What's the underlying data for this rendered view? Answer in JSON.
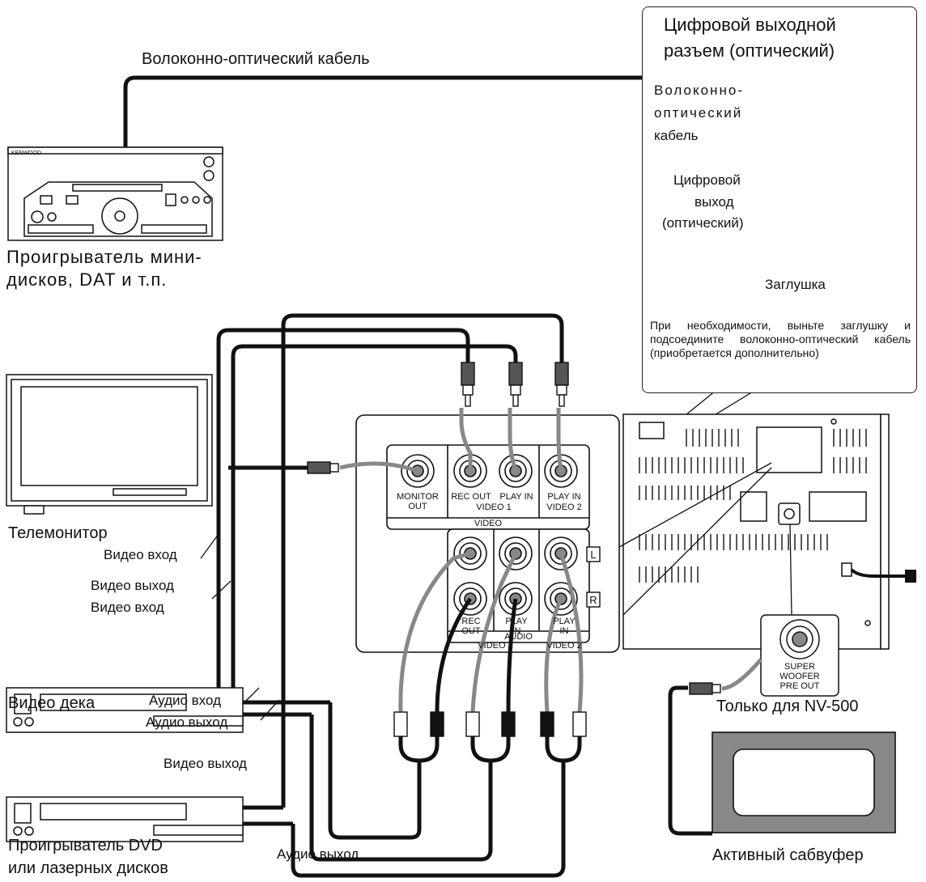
{
  "top_cable_label": "Волоконно-оптический кабель",
  "minidisc_label": "Проигрыватель мини-\nдисков, DAT и т.п.",
  "minidisc_brand": "KENWOOD",
  "callout": {
    "title_line1": "Цифровой выходной",
    "title_line2": "разъем (оптический)",
    "cable_line1": "Волоконно-",
    "cable_line2": "оптический",
    "cable_line3": "кабель",
    "out_line1": "Цифровой",
    "out_line2": "выход",
    "out_line3": "(оптический)",
    "plug": "Заглушка",
    "note": "При необходимости, выньте заглушку и подсоедините волоконно-оптический кабель (приобретается дополнительно)"
  },
  "tv_label": "Телемонитор",
  "video_in_1": "Видео вход",
  "video_out_1": "Видео выход",
  "video_in_2": "Видео вход",
  "vcr_label": "Видео дека",
  "audio_in": "Аудио вход",
  "audio_out_1": "Аудио выход",
  "video_out_2": "Видео выход",
  "dvd_label_1": "Проигрыватель DVD",
  "dvd_label_2": "или лазерных дисков",
  "audio_out_2": "Аудио выход",
  "panel": {
    "monitor_out": "MONITOR\nOUT",
    "rec_out": "REC OUT",
    "play_in": "PLAY IN",
    "play_in2": "PLAY IN",
    "video1": "VIDEO 1",
    "video2": "VIDEO 2",
    "video": "VIDEO",
    "audio_rec_out": "REC\nOUT",
    "audio_play_in": "PLAY\nIN",
    "audio_play_in2": "PLAY\nIN",
    "audio_video1": "VIDEO 1",
    "audio_video2": "VIDEO 2",
    "audio": "AUDIO",
    "left": "L",
    "right": "R"
  },
  "sw_panel": "SUPER\nWOOFER\nPRE OUT",
  "nv_label": "Только для NV-500",
  "subwoofer_label": "Активный сабвуфер"
}
